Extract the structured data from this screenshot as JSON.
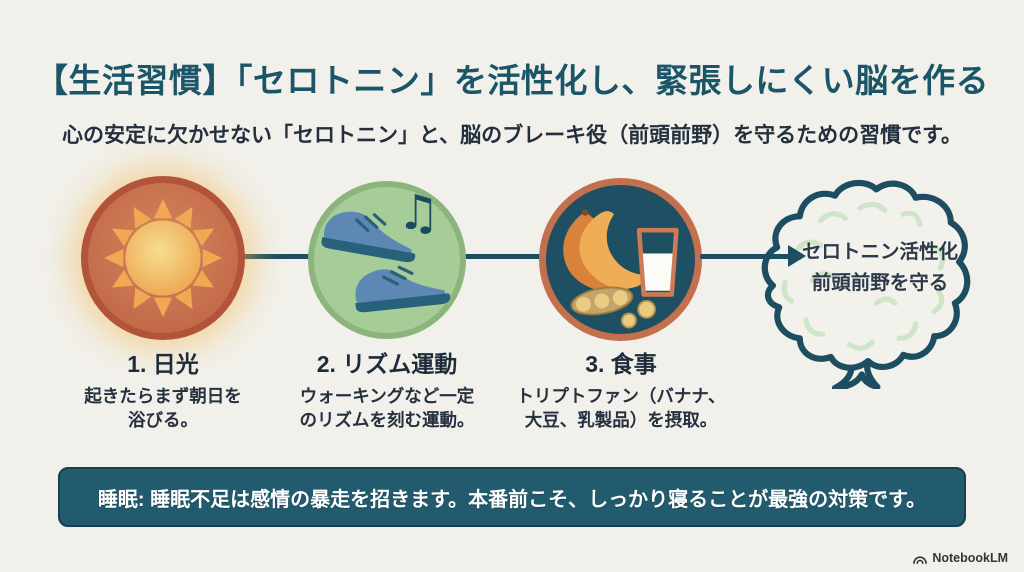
{
  "slide": {
    "title": "【生活習慣】「セロトニン」を活性化し、緊張しにくい脳を作る",
    "subtitle": "心の安定に欠かせない「セロトニン」と、脳のブレーキ役（前頭前野）を守るための習慣です。"
  },
  "steps": [
    {
      "icon": "sun-icon",
      "title": "1. 日光",
      "desc": [
        "起きたらまず朝日を",
        "浴びる。"
      ]
    },
    {
      "icon": "sneakers-music-icon",
      "title": "2. リズム運動",
      "desc": [
        "ウォーキングなど一定",
        "のリズムを刻む運動。"
      ]
    },
    {
      "icon": "banana-milk-soy-icon",
      "title": "3. 食事",
      "desc": [
        "トリプトファン（バナナ、",
        "大豆、乳製品）を摂取。"
      ]
    }
  ],
  "brain": {
    "lines": [
      "セロトニン活性化",
      "前頭前野を守る"
    ]
  },
  "banner": {
    "text": "睡眠: 睡眠不足は感情の暴走を招きます。本番前こそ、しっかり寝ることが最強の対策です。"
  },
  "watermark": {
    "label": "NotebookLM"
  },
  "icons": {
    "music_note": "♫"
  },
  "colors": {
    "background": "#f1f0ea",
    "title_teal": "#1a5568",
    "body_text": "#242f3d",
    "line_teal": "#1c4d60",
    "sun_circle_fill": "#c26a49",
    "sun_circle_border": "#b2543a",
    "run_circle_fill": "#a6cc97",
    "run_circle_border": "#8cb57e",
    "food_circle_fill": "#1e4f63",
    "food_circle_border": "#c2704d",
    "banner_fill": "#225b6e",
    "banner_text": "#ffffff",
    "brain_squiggle_green": "#cfe5c8"
  }
}
